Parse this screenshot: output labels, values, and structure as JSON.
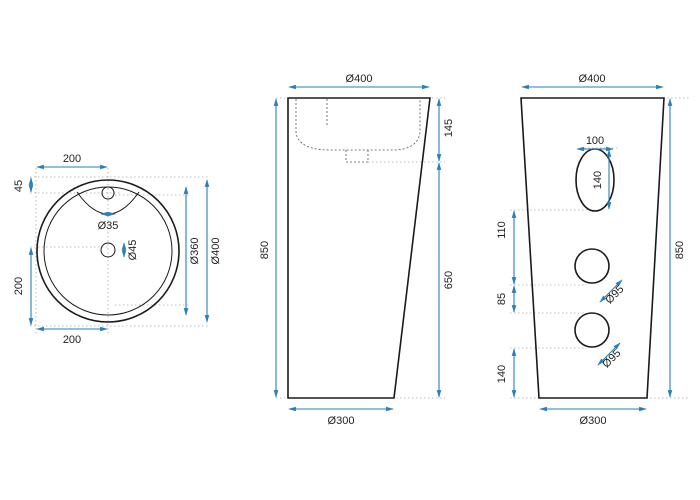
{
  "top_view": {
    "width_top": "200",
    "width_bottom": "200",
    "height_left_top": "45",
    "height_left_main": "200",
    "overflow_diameter": "Ø35",
    "drain_diameter": "Ø45",
    "inner_diameter": "Ø360",
    "outer_diameter": "Ø400"
  },
  "side_view": {
    "top_width": "Ø400",
    "bottom_width": "Ø300",
    "total_height": "850",
    "basin_depth": "145",
    "lower_height": "650"
  },
  "back_view": {
    "top_width": "Ø400",
    "bottom_width": "Ø300",
    "total_height": "850",
    "opening_width": "100",
    "opening_height": "140",
    "hole1_diameter": "Ø95",
    "hole2_diameter": "Ø95",
    "offset_110": "110",
    "offset_85": "85",
    "offset_140": "140"
  }
}
